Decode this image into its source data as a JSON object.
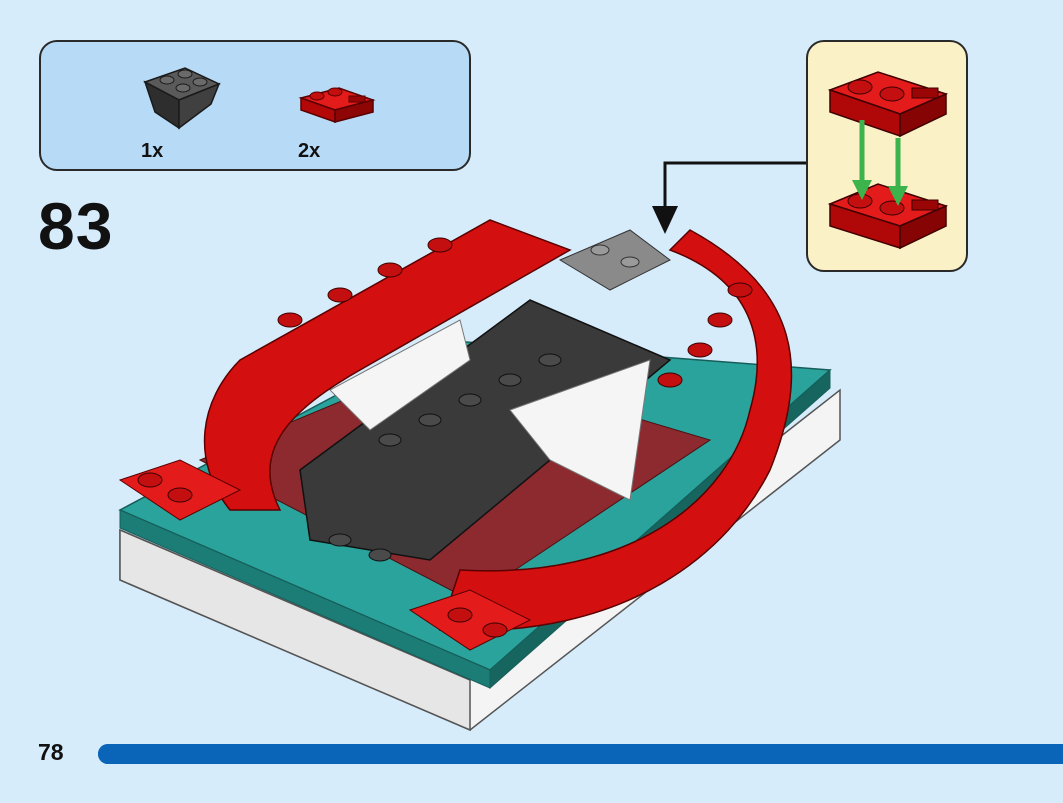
{
  "parts_list": {
    "items": [
      {
        "icon": "dark-gray-inverted-slope-brick-icon",
        "color": "#3a3a3a",
        "quantity": "1x"
      },
      {
        "icon": "red-jumper-plate-icon",
        "color": "#d00f0f",
        "quantity": "2x"
      }
    ]
  },
  "step": {
    "number": "83"
  },
  "callout": {
    "icon": "sub-assembly-red-plates-icon",
    "arrow_color": "#3cb44b"
  },
  "model": {
    "icon": "lego-model-build-icon"
  },
  "footer": {
    "page_number": "78",
    "progress_color": "#0a64b8",
    "progress": 1.0
  }
}
